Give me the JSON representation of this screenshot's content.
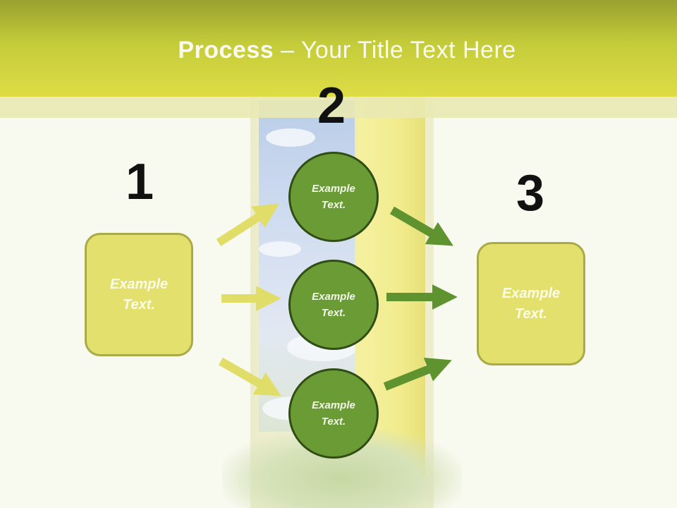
{
  "header": {
    "title_bold": "Process",
    "title_rest": " – Your Title Text Here"
  },
  "steps": {
    "one": "1",
    "two": "2",
    "three": "3"
  },
  "left_box": {
    "label": "Example Text."
  },
  "circles": [
    {
      "label": "Example Text."
    },
    {
      "label": "Example Text."
    },
    {
      "label": "Example Text."
    }
  ],
  "right_box": {
    "label": "Example Text."
  },
  "colors": {
    "header": "#c4cc3a",
    "box_fill": "#e3e06e",
    "box_border": "#a9ab48",
    "circle_fill": "#6a9b34",
    "circle_border": "#2f4d15",
    "arrow_left": "#e0dd68",
    "arrow_right": "#5e9330"
  }
}
